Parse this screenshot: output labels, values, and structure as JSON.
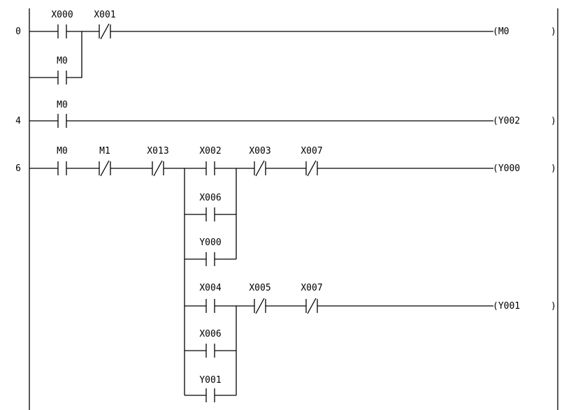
{
  "rungs": [
    {
      "step": "0",
      "contacts": [
        {
          "label": "X000",
          "type": "NO"
        },
        {
          "label": "X001",
          "type": "NC"
        }
      ],
      "parallel": [
        {
          "label": "M0",
          "type": "NO"
        }
      ],
      "coil": "(M0",
      "coil_close": ")"
    },
    {
      "step": "4",
      "contacts": [
        {
          "label": "M0",
          "type": "NO"
        }
      ],
      "coil": "(Y002",
      "coil_close": ")"
    },
    {
      "step": "6",
      "contacts": [
        {
          "label": "M0",
          "type": "NO"
        },
        {
          "label": "M1",
          "type": "NC"
        },
        {
          "label": "X013",
          "type": "NC"
        }
      ],
      "branch_a": {
        "main": {
          "label": "X002",
          "type": "NO"
        },
        "parallel": [
          {
            "label": "X006",
            "type": "NO"
          },
          {
            "label": "Y000",
            "type": "NO"
          }
        ],
        "series": [
          {
            "label": "X003",
            "type": "NC"
          },
          {
            "label": "X007",
            "type": "NC"
          }
        ],
        "coil": "(Y000",
        "coil_close": ")"
      },
      "branch_b": {
        "main": {
          "label": "X004",
          "type": "NO"
        },
        "parallel": [
          {
            "label": "X006",
            "type": "NO"
          },
          {
            "label": "Y001",
            "type": "NO"
          }
        ],
        "series": [
          {
            "label": "X005",
            "type": "NC"
          },
          {
            "label": "X007",
            "type": "NC"
          }
        ],
        "coil": "(Y001",
        "coil_close": ")"
      }
    }
  ]
}
